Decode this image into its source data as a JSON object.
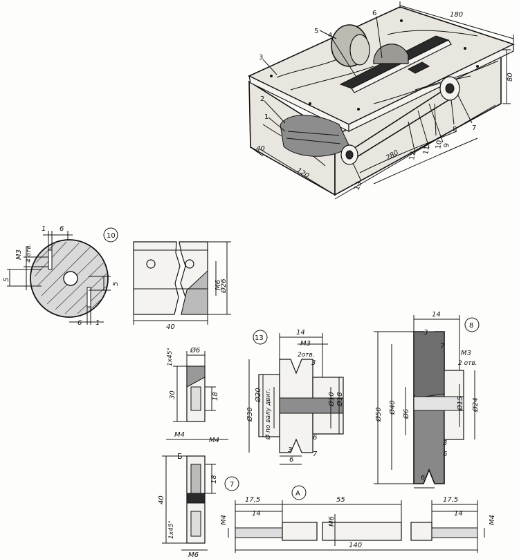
{
  "assembly": {
    "dims": {
      "length": "280",
      "width": "180",
      "height": "80",
      "edge": "40",
      "offset": "120"
    },
    "callouts": [
      "1",
      "2",
      "3",
      "4",
      "5",
      "6",
      "7",
      "8",
      "9",
      "10",
      "11",
      "12",
      "13"
    ]
  },
  "part10": {
    "number": "10",
    "dims": {
      "slot_w": "1",
      "slot_off": "6",
      "thread": "М3",
      "holes": "4 отв.",
      "gap_left": "5",
      "gap_right": "5",
      "bottom_off": "6",
      "bottom_w": "1",
      "length": "40",
      "thread_side": "М6",
      "dia": "Ø26"
    }
  },
  "part13": {
    "number": "13",
    "dims": {
      "width": "14",
      "thread": "М3",
      "holes": "2отв.",
      "groove": "3",
      "d_outer": "Ø30",
      "d_mid": "Ø20",
      "d_shaft": "Ø по валу двиг.",
      "d_hub": "Ø10",
      "d_hub2": "Ø18",
      "w1": "3",
      "w2": "6",
      "w3": "6",
      "w4": "7"
    }
  },
  "part8": {
    "number": "8",
    "dims": {
      "width": "14",
      "groove": "3",
      "step": "7",
      "thread": "М3",
      "holes": "2 отв.",
      "d_outer": "Ø50",
      "d_mid": "Ø40",
      "d_bore": "Ø6",
      "d_hub": "Ø15",
      "d_hub2": "Ø24",
      "w1": "3",
      "w2": "6",
      "w3": "6"
    }
  },
  "partB": {
    "label": "Б",
    "dims": {
      "dia": "Ø6",
      "chamfer": "1x45°",
      "length": "30",
      "inner": "18",
      "thread_l": "М4",
      "thread_r": "М4"
    }
  },
  "part7": {
    "number": "7",
    "dims": {
      "length": "40",
      "chamfer": "1x45°",
      "inner": "18",
      "thread": "М6"
    }
  },
  "partA": {
    "label": "А",
    "dims": {
      "left": "17,5",
      "middle": "55",
      "right": "17,5",
      "thread_left_len": "14",
      "thread_right_len": "14",
      "thread_mid": "М6",
      "thread_l": "М4",
      "thread_r": "М4",
      "total": "140"
    }
  }
}
